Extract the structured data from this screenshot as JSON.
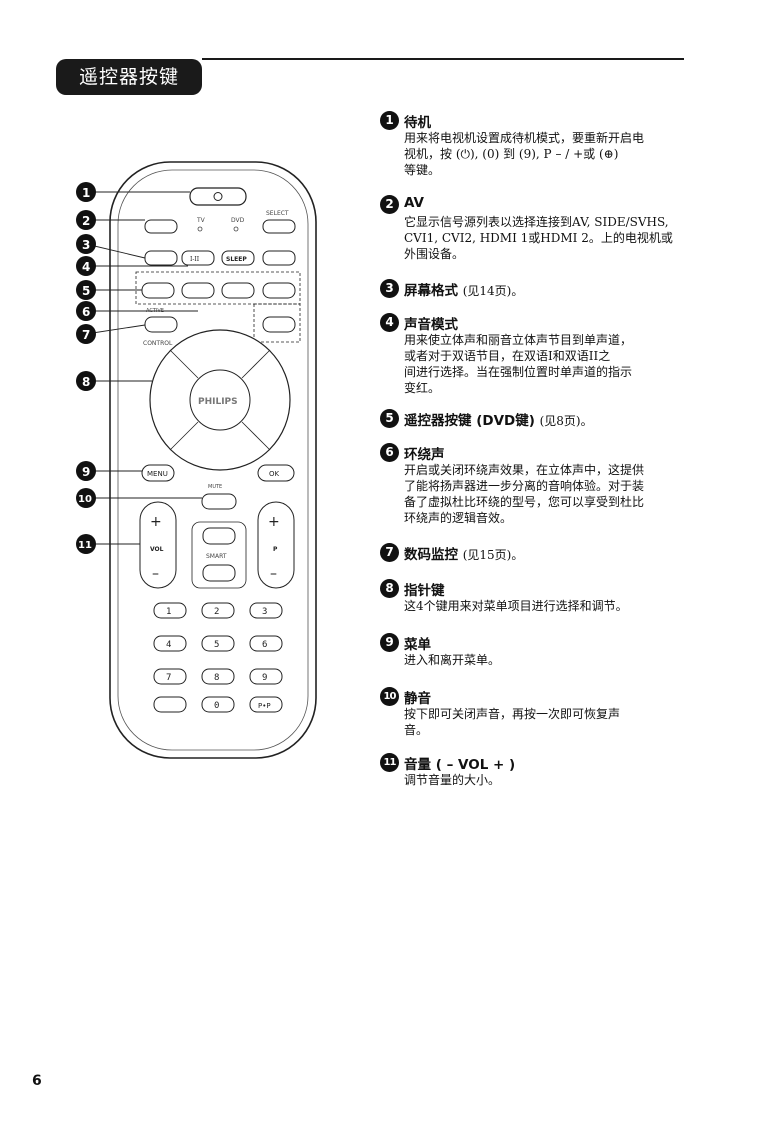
{
  "header": {
    "title": "遥控器按键"
  },
  "remote": {
    "labels": {
      "tv": "TV",
      "dvd": "DVD",
      "select": "SELECT",
      "sleep": "SLEEP",
      "active": "ACTIVE",
      "control": "CONTROL",
      "menu": "MENU",
      "ok": "OK",
      "mute": "MUTE",
      "vol": "VOL",
      "p": "P",
      "smart": "SMART",
      "philips": "PHILIPS",
      "pp": "P•P",
      "dual": "I-II"
    },
    "digits": [
      "1",
      "2",
      "3",
      "4",
      "5",
      "6",
      "7",
      "8",
      "9",
      "0"
    ],
    "callouts": [
      "1",
      "2",
      "3",
      "4",
      "5",
      "6",
      "7",
      "8",
      "9",
      "10",
      "11"
    ]
  },
  "items": [
    {
      "num": "1",
      "title": "待机",
      "lines": [
        "用来将电视机设置成待机模式，要重新开启电",
        "视机，按 (⏻), (0) 到 (9), P – / +或 (⊕)",
        "等键。"
      ]
    },
    {
      "num": "2",
      "title": "AV",
      "lines": [
        "它显示信号源列表以选择连接到AV, SIDE/SVHS,",
        "CVI1, CVI2, HDMI 1或HDMI 2。上的电视机或",
        "外围设备。"
      ]
    },
    {
      "num": "3",
      "title": "屏幕格式",
      "ref": "(见14页)。",
      "lines": []
    },
    {
      "num": "4",
      "title": "声音模式",
      "lines": [
        "用来使立体声和丽音立体声节目到单声道，",
        "或者对于双语节目，在双语I和双语II之",
        "间进行选择。当在强制位置时单声道的指示",
        "变红。"
      ]
    },
    {
      "num": "5",
      "title": "遥控器按键 (DVD键)",
      "ref": "(见8页)。",
      "lines": []
    },
    {
      "num": "6",
      "title": "环绕声",
      "lines": [
        "开启或关闭环绕声效果，在立体声中，这提供",
        "了能将扬声器进一步分离的音响体验。对于装",
        "备了虚拟杜比环绕的型号，您可以享受到杜比",
        "环绕声的逻辑音效。"
      ]
    },
    {
      "num": "7",
      "title": "数码监控",
      "ref": "(见15页)。",
      "lines": []
    },
    {
      "num": "8",
      "title": "指针键",
      "lines": [
        "这4个键用来对菜单项目进行选择和调节。"
      ]
    },
    {
      "num": "9",
      "title": "菜单",
      "lines": [
        "进入和离开菜单。"
      ]
    },
    {
      "num": "10",
      "title": "静音",
      "lines": [
        "按下即可关闭声音，再按一次即可恢复声",
        "音。"
      ]
    },
    {
      "num": "11",
      "title": "音量 ( – VOL + )",
      "lines": [
        "调节音量的大小。"
      ]
    }
  ],
  "footer": {
    "page_number": "6"
  }
}
